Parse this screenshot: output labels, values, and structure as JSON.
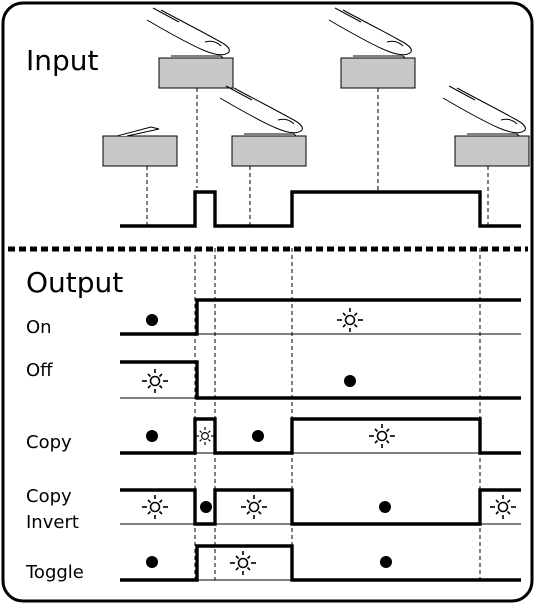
{
  "diagram": {
    "input_title": "Input",
    "output_title": "Output",
    "rows": [
      {
        "key": "on",
        "label": "On"
      },
      {
        "key": "off",
        "label": "Off"
      },
      {
        "key": "copy",
        "label": "Copy"
      },
      {
        "key": "copy_invert",
        "label_line1": "Copy",
        "label_line2": "Invert"
      },
      {
        "key": "toggle",
        "label": "Toggle"
      }
    ],
    "states": {
      "off_icon": "filled-dot",
      "on_icon": "sun-lamp-icon"
    }
  }
}
